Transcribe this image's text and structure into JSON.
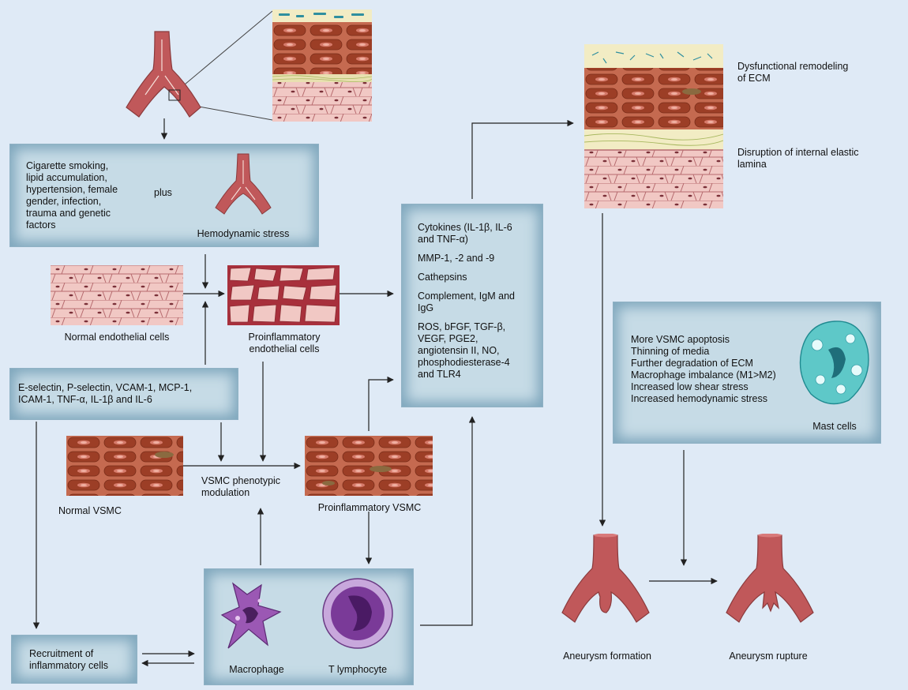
{
  "risk_factors": {
    "text": "Cigarette smoking,\nlipid accumulation,\nhypertension, female\ngender, infection,\ntrauma and genetic\nfactors",
    "plus": "plus",
    "hemo_label": "Hemodynamic stress"
  },
  "endothelial": {
    "normal": "Normal endothelial cells",
    "proinflammatory": "Proinflammatory\nendothelial cells"
  },
  "adhesion": {
    "text": "E-selectin, P-selectin, VCAM-1, MCP-1,\nICAM-1, TNF-α, IL-1β and IL-6"
  },
  "vsmc": {
    "normal": "Normal VSMC",
    "modulation": "VSMC phenotypic\nmodulation",
    "proinflammatory": "Proinflammatory VSMC"
  },
  "mediators": {
    "items": [
      "Cytokines (IL-1β, IL-6\nand TNF-α)",
      "MMP-1, -2 and -9",
      "Cathepsins",
      "Complement, IgM and\nIgG",
      "ROS, bFGF, TGF-β,\nVEGF, PGE2,\nangiotensin II, NO,\nphosphodiesterase-4\nand TLR4"
    ]
  },
  "recruitment": {
    "text": "Recruitment of\ninflammatory cells"
  },
  "immune": {
    "macrophage": "Macrophage",
    "t_lymphocyte": "T lymphocyte"
  },
  "wall": {
    "ecm": "Dysfunctional remodeling\nof ECM",
    "lamina": "Disruption of internal elastic\nlamina"
  },
  "progression": {
    "items": [
      "More VSMC apoptosis",
      "Thinning of media",
      "Further degradation of ECM",
      "Macrophage imbalance (M1>M2)",
      "Increased low shear stress",
      "Increased hemodynamic stress"
    ],
    "mast_cells": "Mast cells"
  },
  "outcomes": {
    "formation": "Aneurysm formation",
    "rupture": "Aneurysm rupture"
  },
  "colors": {
    "background": "#dfeaf6",
    "panel": "#c6dbe6",
    "vessel": "#c0585a",
    "smooth_muscle": "#a8482e",
    "endothelium": "#f1c8c4"
  }
}
